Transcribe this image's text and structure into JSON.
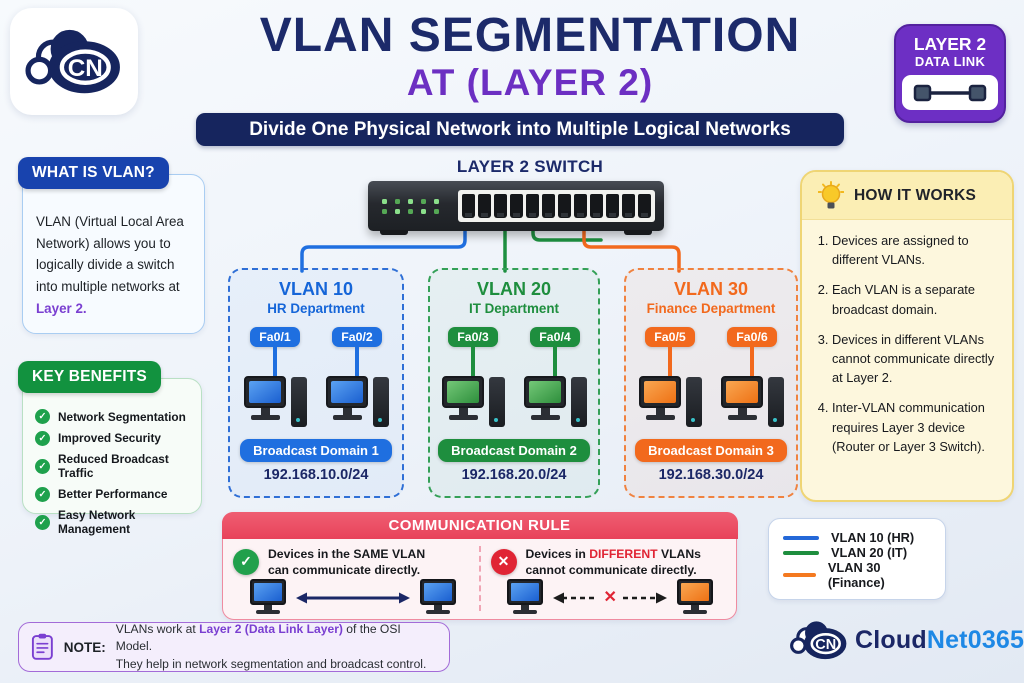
{
  "header": {
    "logo_monogram": "CN",
    "title_line1": "VLAN SEGMENTATION",
    "title_line2": "AT (LAYER 2)",
    "banner": "Divide One Physical Network into Multiple Logical Networks",
    "badge_line1": "LAYER 2",
    "badge_line2": "DATA LINK"
  },
  "what_is_vlan": {
    "title": "WHAT IS VLAN?",
    "body": "VLAN (Virtual Local Area Network) allows you to logically divide a switch into multiple networks at ",
    "highlight": "Layer 2."
  },
  "key_benefits": {
    "title": "KEY BENEFITS",
    "check_icon": "✓",
    "items": [
      "Network Segmentation",
      "Improved Security",
      "Reduced Broadcast Traffic",
      "Better Performance",
      "Easy Network Management"
    ]
  },
  "switch": {
    "label": "LAYER 2 SWITCH"
  },
  "vlans": [
    {
      "name": "VLAN 10",
      "department": "HR Department",
      "port1": "Fa0/1",
      "port2": "Fa0/2",
      "domain": "Broadcast Domain 1",
      "subnet": "192.168.10.0/24",
      "color": "#1f6fe0"
    },
    {
      "name": "VLAN 20",
      "department": "IT Department",
      "port1": "Fa0/3",
      "port2": "Fa0/4",
      "domain": "Broadcast Domain 2",
      "subnet": "192.168.20.0/24",
      "color": "#1e8e3e"
    },
    {
      "name": "VLAN 30",
      "department": "Finance Department",
      "port1": "Fa0/5",
      "port2": "Fa0/6",
      "domain": "Broadcast Domain 3",
      "subnet": "192.168.30.0/24",
      "color": "#f2691d"
    }
  ],
  "how_it_works": {
    "title": "HOW IT WORKS",
    "steps": [
      "Devices are assigned to different VLANs.",
      "Each VLAN is a separate broadcast domain.",
      "Devices in different VLANs cannot communicate directly at Layer 2.",
      "Inter-VLAN communication requires Layer 3 device (Router or Layer 3 Switch)."
    ]
  },
  "communication_rule": {
    "title": "COMMUNICATION RULE",
    "check_icon": "✓",
    "cross_icon": "✕",
    "same_line1": "Devices in the SAME VLAN",
    "same_line2": "can communicate directly.",
    "diff_prefix": "Devices in ",
    "diff_bold": "DIFFERENT",
    "diff_suffix": " VLANs",
    "diff_line2": "cannot communicate directly."
  },
  "note": {
    "label": "NOTE:",
    "line1_prefix": "VLANs work at ",
    "line1_highlight": "Layer 2 (Data Link Layer)",
    "line1_suffix": " of the OSI Model.",
    "line2": "They help in network segmentation and broadcast control."
  },
  "legend": {
    "items": [
      {
        "label": "VLAN 10 (HR)",
        "color": "#2468d8"
      },
      {
        "label": "VLAN 20 (IT)",
        "color": "#1e8e3e"
      },
      {
        "label": "VLAN 30 (Finance)",
        "color": "#f47920"
      }
    ]
  },
  "footer": {
    "logo_monogram": "CN",
    "brand_part1": "Cloud",
    "brand_part2": "Net0365"
  },
  "colors": {
    "navy": "#1b2766",
    "purple": "#6d2fc4",
    "blue": "#1f6fe0",
    "green": "#1e8e3e",
    "orange": "#f2691d",
    "red": "#e8495f",
    "yellow": "#f0d678"
  }
}
